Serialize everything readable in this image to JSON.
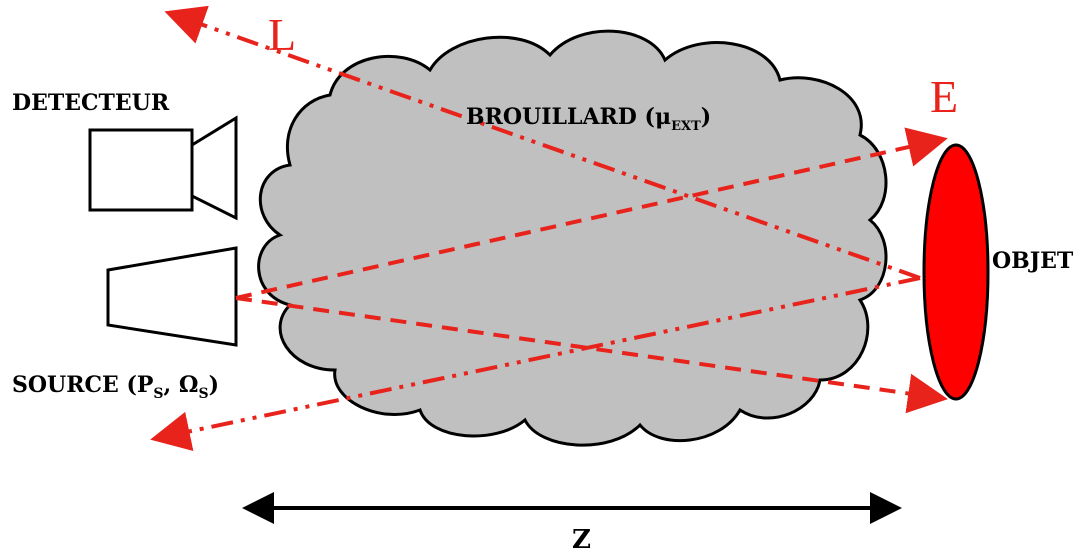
{
  "labels": {
    "detector": "DETECTEUR",
    "source_prefix": "SOURCE (",
    "source_p": "P",
    "source_sub": "S",
    "source_sep": ", ",
    "source_omega": "Ω",
    "source_omega_sub": "S",
    "source_close": ")",
    "fog_prefix": "BROUILLARD (",
    "fog_mu": "μ",
    "fog_sub": "EXT",
    "fog_close": ")",
    "object": "OBJET",
    "ray_l": "L",
    "ray_e": "E",
    "distance": "Z"
  },
  "colors": {
    "ray": "#e8231c",
    "object_fill": "#ff0000",
    "fog_fill": "#c0c0c0",
    "outline": "#000000"
  }
}
